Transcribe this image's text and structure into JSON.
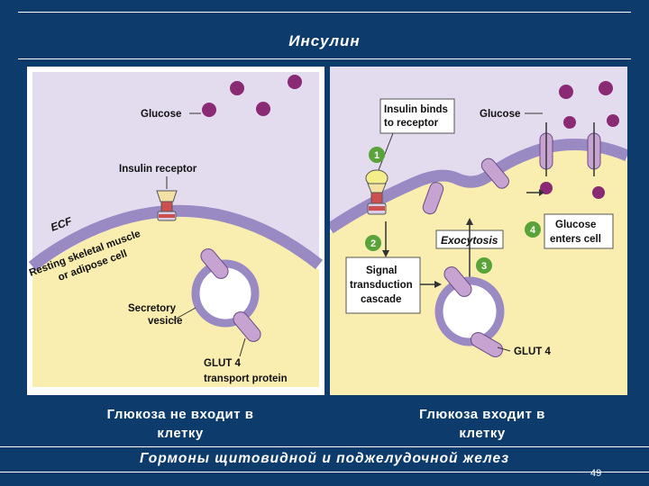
{
  "title": "Инсулин",
  "left_panel": {
    "glucose_label": "Glucose",
    "insulin_receptor_label": "Insulin receptor",
    "ecf_label": "ECF",
    "membrane_label_line1": "Resting skeletal muscle",
    "membrane_label_line2": "or adipose cell",
    "secretory_label_line1": "Secretory",
    "secretory_label_line2": "vesicle",
    "glut4_label_line1": "GLUT 4",
    "glut4_label_line2": "transport protein"
  },
  "right_panel": {
    "insulin_binds_line1": "Insulin binds",
    "insulin_binds_line2": "to receptor",
    "glucose_label": "Glucose",
    "exocytosis_label": "Exocytosis",
    "glucose_enters_line1": "Glucose",
    "glucose_enters_line2": "enters cell",
    "signal_line1": "Signal",
    "signal_line2": "transduction",
    "signal_line3": "cascade",
    "glut4_label": "GLUT 4",
    "step_numbers": [
      "1",
      "2",
      "3",
      "4"
    ]
  },
  "captions": {
    "left_line1": "Глюкоза не входит в",
    "left_line2": "клетку",
    "right_line1": "Глюкоза  входит в",
    "right_line2": "клетку"
  },
  "footer": "Гормоны  щитовидной  и поджелудочной  желез",
  "page_number": "49",
  "colors": {
    "background": "#0d3b6b",
    "extracellular": "#e3dcee",
    "cytoplasm": "#f9eeb0",
    "membrane": "#9a8ac4",
    "glucose": "#8a2a74",
    "glut4": "#c7a3d1",
    "step_badge": "#5aa33a"
  }
}
